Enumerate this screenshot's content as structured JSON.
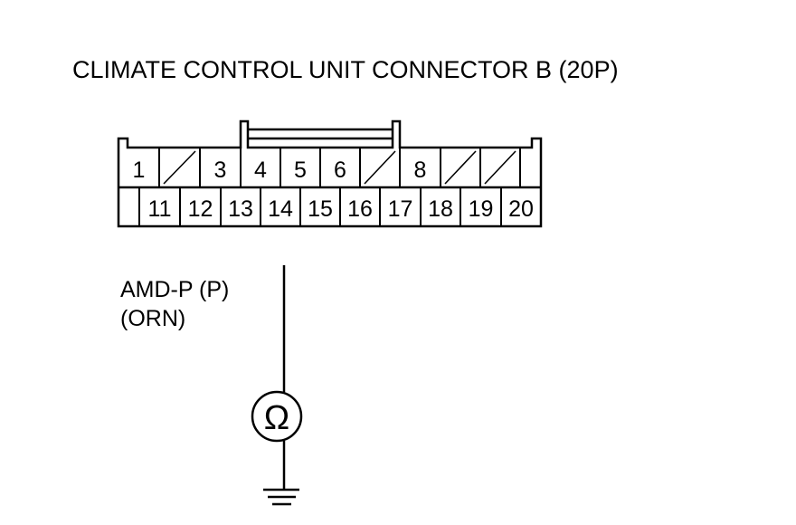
{
  "title": "CLIMATE CONTROL UNIT CONNECTOR B (20P)",
  "connector": {
    "top_row": [
      "1",
      "/",
      "3",
      "4",
      "5",
      "6",
      "/",
      "8",
      "/",
      "/",
      ""
    ],
    "bottom_row": [
      "",
      "11",
      "12",
      "13",
      "14",
      "15",
      "16",
      "17",
      "18",
      "19",
      "20"
    ]
  },
  "wire": {
    "signal": "AMD-P (P)",
    "color": "(ORN)"
  },
  "meter": {
    "symbol": "Ω",
    "icon": "ohmmeter-icon"
  },
  "ground": {
    "icon": "ground-icon"
  }
}
